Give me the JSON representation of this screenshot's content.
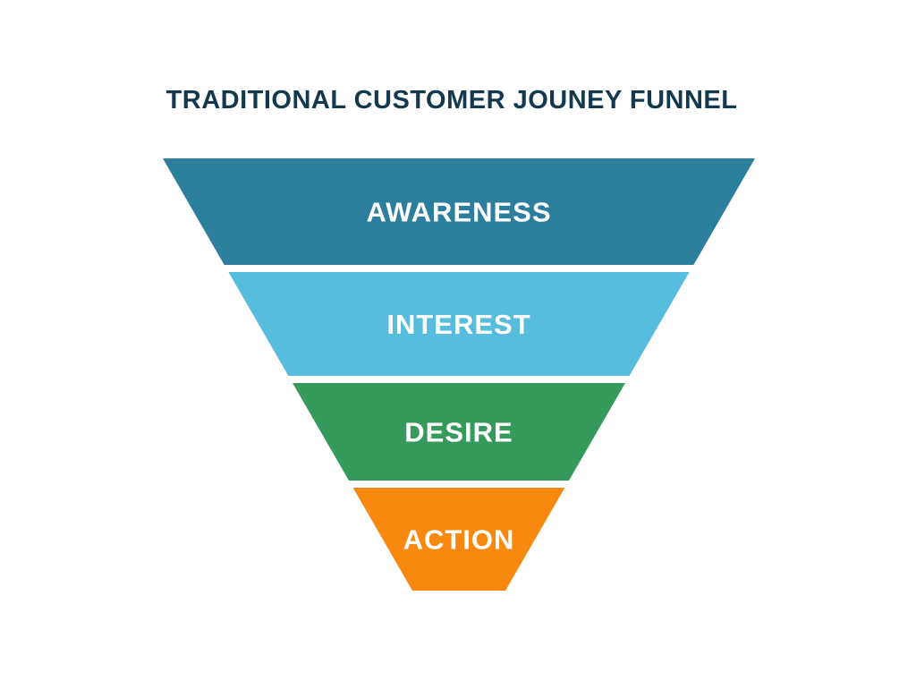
{
  "colors": {
    "background": "#ffffff",
    "title": "#14394f",
    "stage_label": "#ffffff"
  },
  "chart_data": {
    "type": "funnel",
    "title": "TRADITIONAL CUSTOMER JOUNEY FUNNEL",
    "orientation": "inverted-triangle, widest stage at top narrowing to bottom",
    "stages": [
      {
        "label": "AWARENESS",
        "color": "#2c7e9d"
      },
      {
        "label": "INTEREST",
        "color": "#57bdde"
      },
      {
        "label": "DESIRE",
        "color": "#369a5d"
      },
      {
        "label": "ACTION",
        "color": "#f8890e"
      }
    ]
  }
}
